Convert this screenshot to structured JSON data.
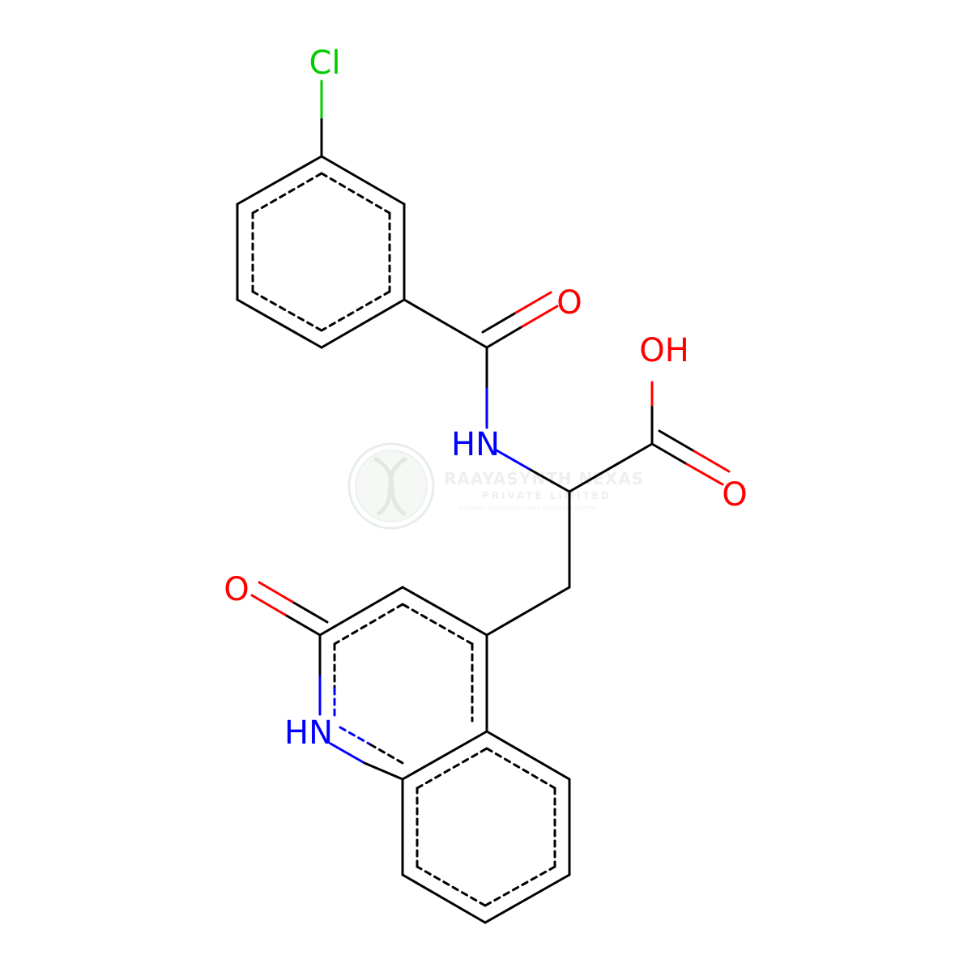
{
  "atoms": {
    "chlorine": "Cl",
    "amide_oxygen": "O",
    "hydroxyl": "OH",
    "amide_nh": "HN",
    "acid_oxygen": "O",
    "quinolinone_oxygen": "O",
    "ring_nh": "HN"
  },
  "watermark": {
    "company": "RAAYASYNTH NEXAS",
    "company_type": "PRIVATE LIMITED",
    "tagline": "Complete solutions for every molecule's journey"
  },
  "colors": {
    "bond": "#000000",
    "oxygen": "#ff0000",
    "nitrogen": "#0000ff",
    "chlorine": "#00cc00",
    "watermark": "#dfe7df"
  }
}
